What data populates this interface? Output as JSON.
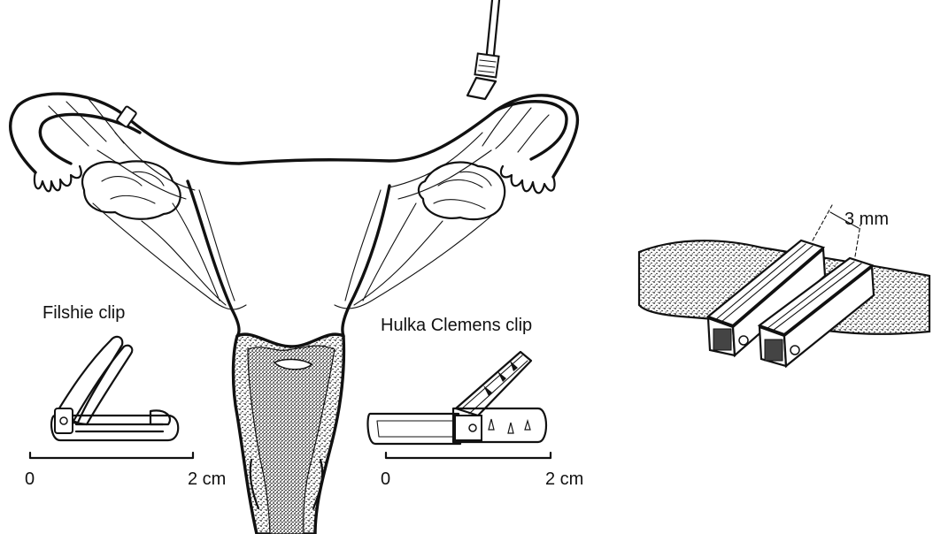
{
  "labels": {
    "filshie": "Filshie clip",
    "hulka": "Hulka Clemens clip",
    "dimension": "3 mm"
  },
  "scales": [
    {
      "start": "0",
      "end": "2 cm"
    },
    {
      "start": "0",
      "end": "2 cm"
    }
  ],
  "colors": {
    "ink": "#111111",
    "paper": "#ffffff"
  }
}
